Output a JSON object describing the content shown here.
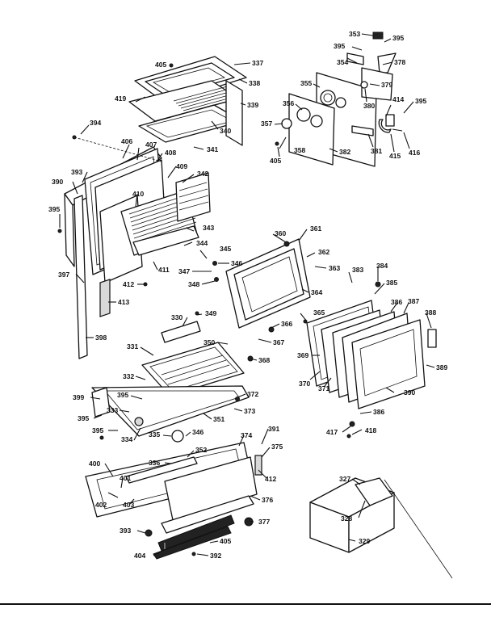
{
  "colors": {
    "ink": "#111111",
    "paper": "#ffffff"
  },
  "callouts": [
    "353",
    "395",
    "354",
    "378",
    "395",
    "379",
    "355",
    "380",
    "356",
    "414",
    "395",
    "357",
    "381",
    "358",
    "382",
    "405",
    "415",
    "416",
    "405",
    "337",
    "338",
    "419",
    "339",
    "340",
    "341",
    "394",
    "406",
    "407",
    "408",
    "409",
    "393",
    "342",
    "390",
    "410",
    "395",
    "343",
    "344",
    "411",
    "397",
    "412",
    "413",
    "398",
    "360",
    "361",
    "362",
    "363",
    "364",
    "345",
    "346",
    "347",
    "348",
    "366",
    "367",
    "383",
    "384",
    "385",
    "386",
    "387",
    "388",
    "365",
    "369",
    "370",
    "371",
    "389",
    "390",
    "349",
    "330",
    "331",
    "350",
    "368",
    "332",
    "372",
    "373",
    "351",
    "399",
    "395",
    "395",
    "333",
    "334",
    "335",
    "395",
    "346",
    "386",
    "417",
    "418",
    "374",
    "391",
    "375",
    "400",
    "336",
    "352",
    "401",
    "412",
    "376",
    "402",
    "403",
    "377",
    "393",
    "405",
    "404",
    "392",
    "327",
    "328",
    "329"
  ]
}
